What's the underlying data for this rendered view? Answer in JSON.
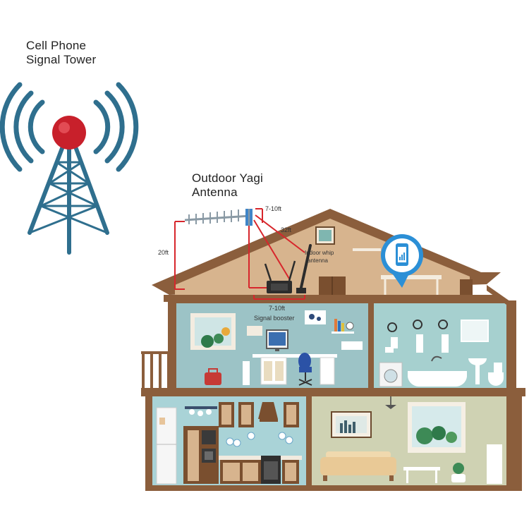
{
  "labels": {
    "tower_line1": "Cell Phone",
    "tower_line2": "Signal Tower",
    "antenna_line1": "Outdoor Yagi",
    "antenna_line2": "Antenna",
    "dist_top": "7-10ft",
    "dist_diag": "32ft",
    "dist_height": "20ft",
    "indoor_line1": "Indoor whip",
    "indoor_line2": "antenna",
    "dist_bottom": "7-10ft",
    "booster": "Signal booster"
  },
  "colors": {
    "tower": "#2f6f8e",
    "tower_ball": "#c8202b",
    "house_wall": "#8b5e3c",
    "attic": "#d7b48e",
    "office": "#9cc3c6",
    "bath": "#a6d0cf",
    "kitchen": "#a9d3d7",
    "living": "#cfd2b3",
    "cable": "#d7262c",
    "phone_bubble": "#2b8fd6"
  },
  "icons": {
    "tower": "cell-tower-icon",
    "phone": "smartphone-signal-icon",
    "yagi": "yagi-antenna-icon",
    "booster": "signal-booster-icon"
  }
}
